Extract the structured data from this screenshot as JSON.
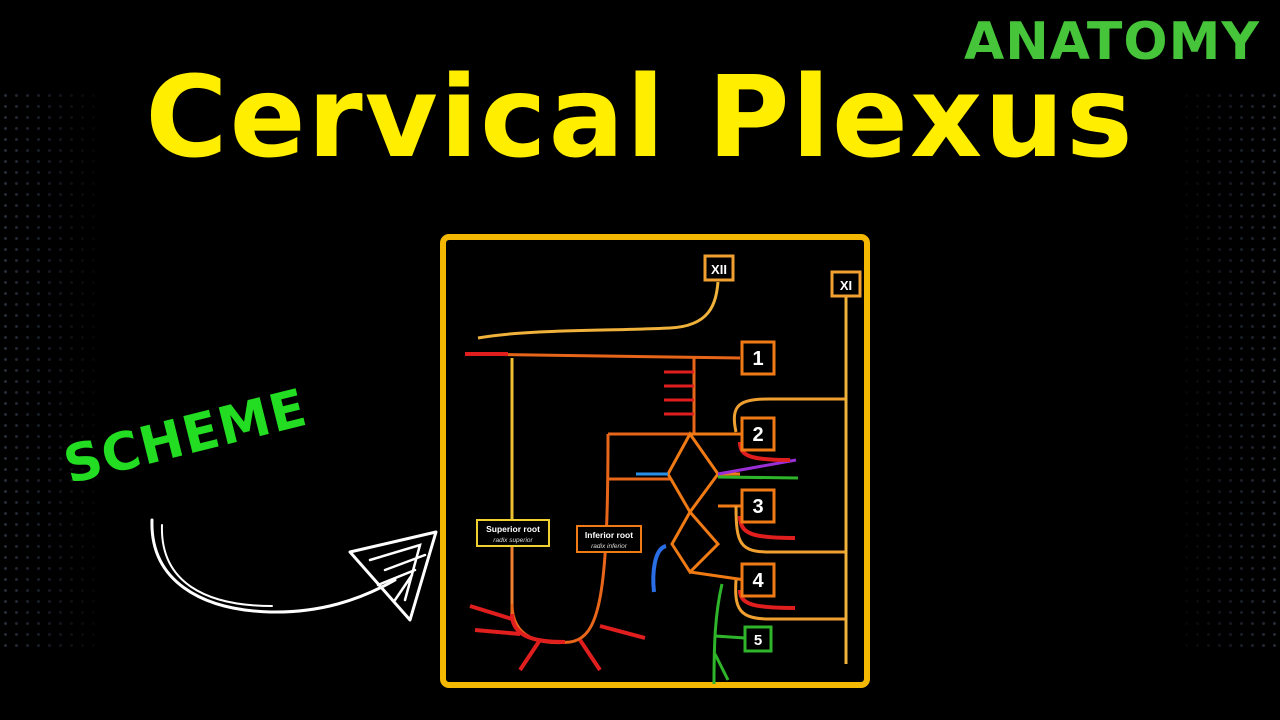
{
  "header": {
    "title": "Cervical Plexus",
    "category_tag": "ANATOMY"
  },
  "callout": {
    "label": "SCHEME"
  },
  "diagram": {
    "cranial_nerves": {
      "hypoglossal": "XII",
      "accessory": "XI"
    },
    "spinal_nerves": [
      "1",
      "2",
      "3",
      "4",
      "5"
    ],
    "roots": {
      "superior_title": "Superior root",
      "superior_latin": "radix superior",
      "inferior_title": "Inferior root",
      "inferior_latin": "radix inferior"
    },
    "colors": {
      "frame": "#f5b800",
      "title": "#ffee00",
      "anatomy": "#46c43a",
      "scheme": "#22dd22",
      "nerve_orange": "#f07a14",
      "nerve_yellow": "#f0b23a",
      "nerve_red": "#e01e1e",
      "nerve_green": "#2fb52a",
      "nerve_blue": "#2a8fe6",
      "nerve_purple": "#9b2fd6"
    }
  }
}
